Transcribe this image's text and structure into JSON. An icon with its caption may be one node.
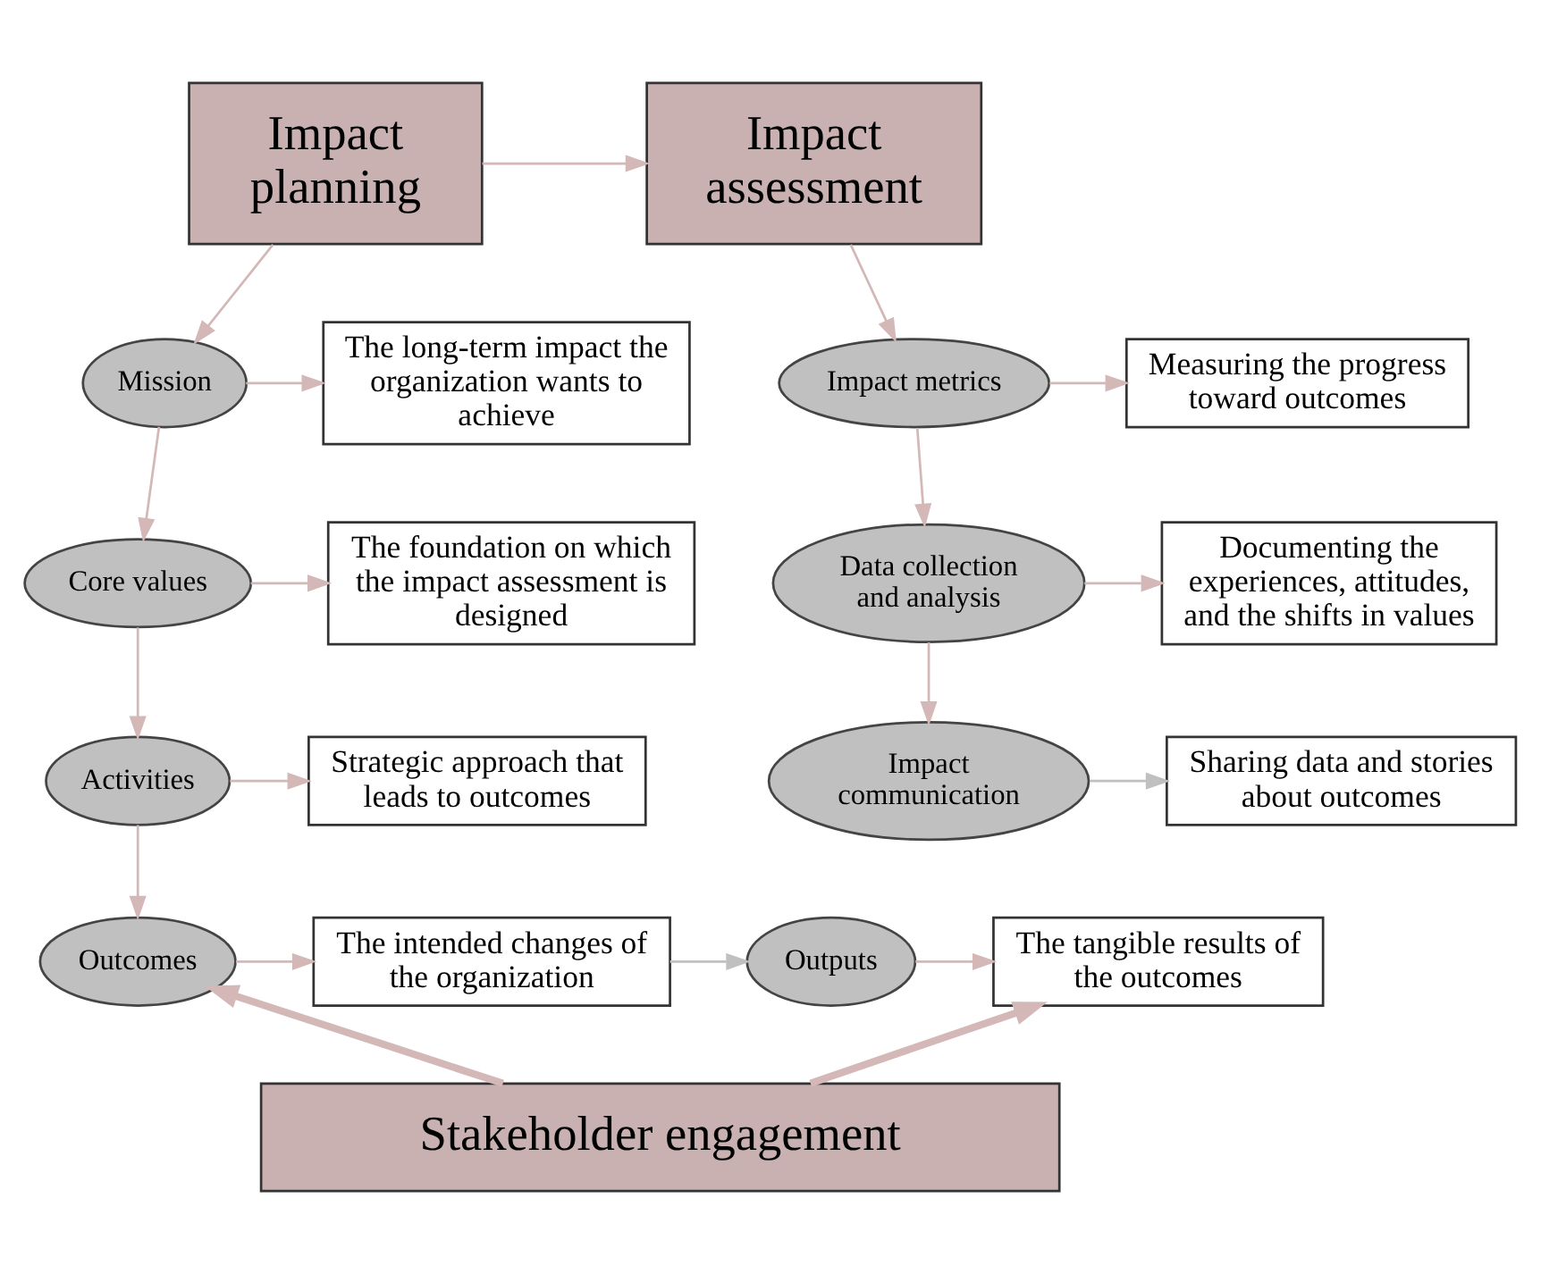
{
  "diagram": {
    "nodes": [
      {
        "text": [
          "Impact planning"
        ]
      },
      {
        "text": [
          "Impact assessment"
        ]
      },
      {
        "text": [
          "Mission"
        ]
      },
      {
        "text": [
          "The long-term impact the organization wants to achieve"
        ]
      },
      {
        "text": [
          "Core values"
        ]
      },
      {
        "text": [
          "The foundation on which the impact assessment is designed"
        ]
      },
      {
        "text": [
          "Activities"
        ]
      },
      {
        "text": [
          "Strategic approach that leads to outcomes"
        ]
      },
      {
        "text": [
          "Outcomes"
        ]
      },
      {
        "text": [
          "The intended changes of the organization"
        ]
      },
      {
        "text": [
          "Impact metrics"
        ]
      },
      {
        "text": [
          "Measuring the progress toward outcomes"
        ]
      },
      {
        "text": [
          "Data collection and analysis"
        ]
      },
      {
        "text": [
          "Documenting the experiences, attitudes, and the shifts in values"
        ]
      },
      {
        "text": [
          "Impact communication"
        ]
      },
      {
        "text": [
          "Sharing data and stories about outcomes"
        ]
      },
      {
        "text": [
          "Outputs"
        ]
      },
      {
        "text": [
          "The tangible results of the outcomes"
        ]
      },
      {
        "text": [
          "Stakeholder engagement"
        ]
      }
    ],
    "edges": [
      {
        "from": 0,
        "to": 1,
        "arrow": "to"
      },
      {
        "from": 0,
        "to": 2,
        "arrow": "to"
      },
      {
        "from": 2,
        "to": 3,
        "arrow": "to"
      },
      {
        "from": 2,
        "to": 4,
        "arrow": "to"
      },
      {
        "from": 4,
        "to": 5,
        "arrow": "to"
      },
      {
        "from": 4,
        "to": 6,
        "arrow": "to"
      },
      {
        "from": 6,
        "to": 7,
        "arrow": "to"
      },
      {
        "from": 6,
        "to": 8,
        "arrow": "to"
      },
      {
        "from": 8,
        "to": 9,
        "arrow": "to"
      },
      {
        "from": 9,
        "to": 16,
        "arrow": "to",
        "color": "#c0c0c0"
      },
      {
        "from": 16,
        "to": 17,
        "arrow": "to"
      },
      {
        "from": 1,
        "to": 10,
        "arrow": "to"
      },
      {
        "from": 10,
        "to": 11,
        "arrow": "to"
      },
      {
        "from": 10,
        "to": 12,
        "arrow": "to"
      },
      {
        "from": 12,
        "to": 13,
        "arrow": "to"
      },
      {
        "from": 12,
        "to": 14,
        "arrow": "to"
      },
      {
        "from": 14,
        "to": 15,
        "arrow": "to",
        "color": "#c0c0c0"
      },
      {
        "from": 18,
        "to": 8,
        "arrow": "to",
        "style": "thick"
      },
      {
        "from": 18,
        "to": 17,
        "arrow": "to",
        "style": "thick"
      }
    ]
  }
}
